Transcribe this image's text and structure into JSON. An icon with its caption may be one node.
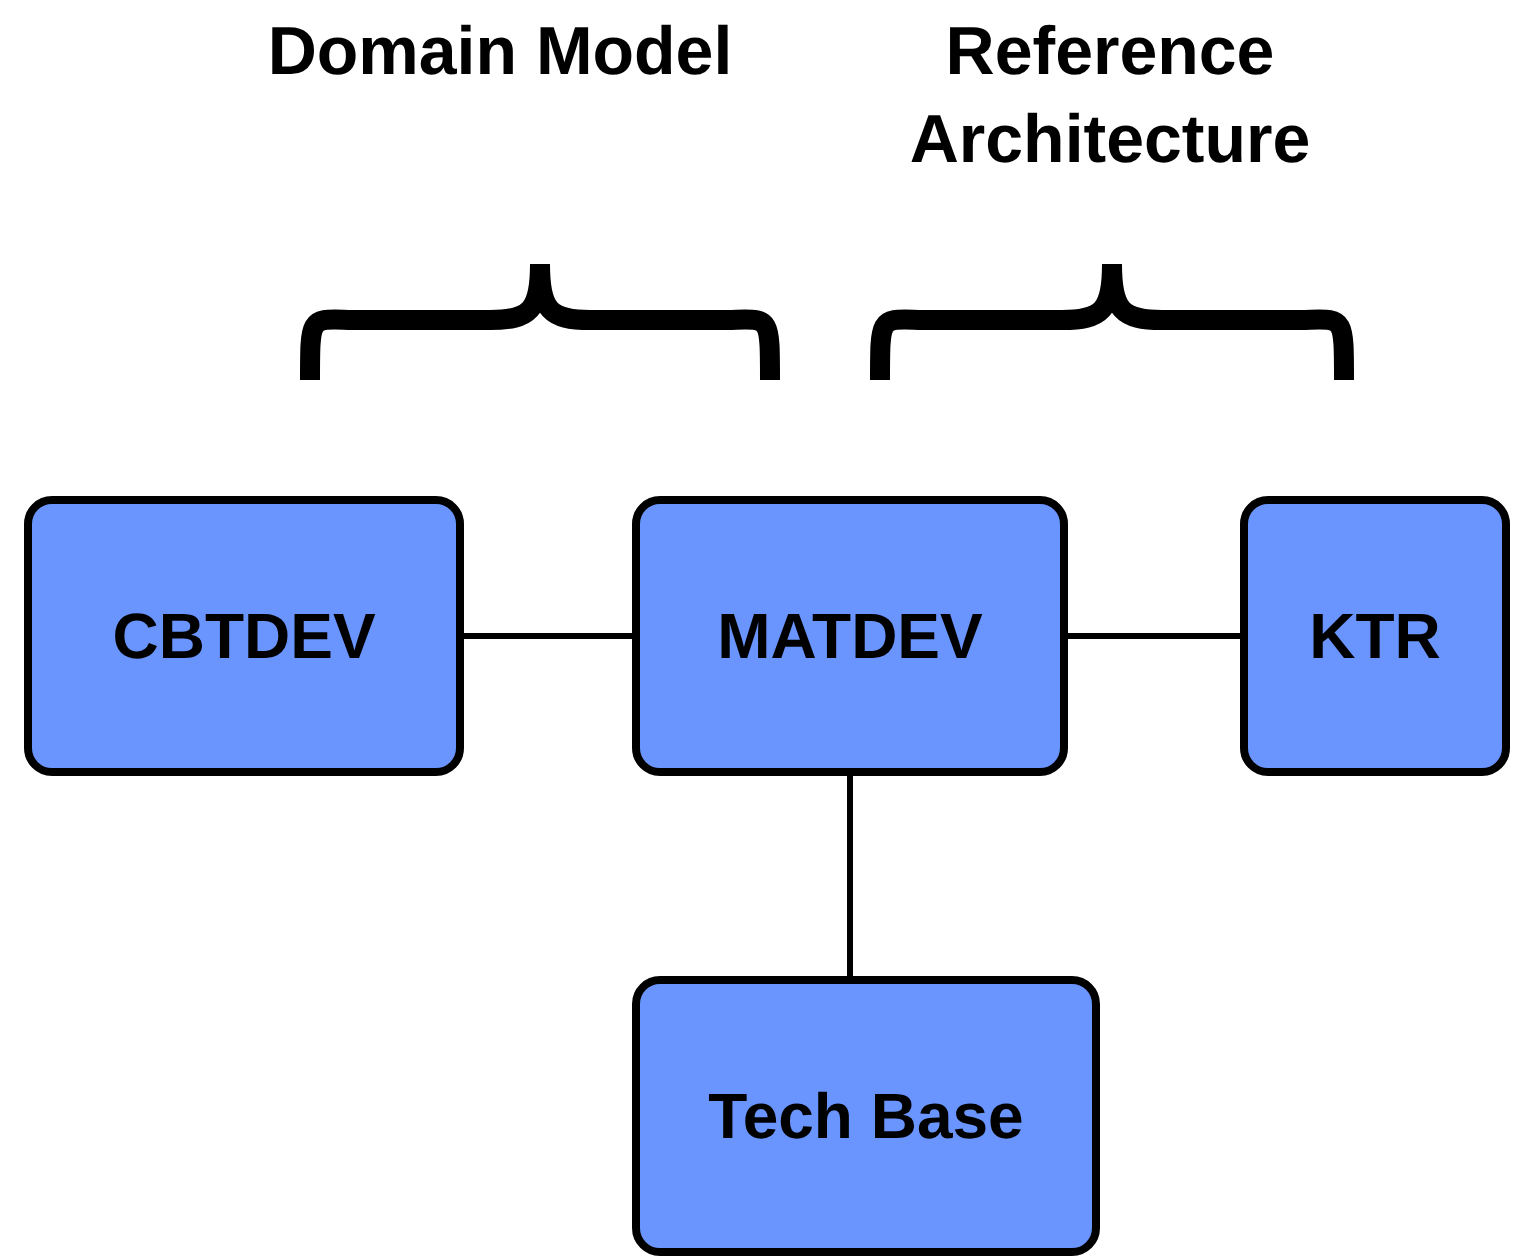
{
  "diagram": {
    "nodes": [
      {
        "text": [
          "CBTDEV"
        ]
      },
      {
        "text": [
          "MATDEV"
        ]
      },
      {
        "text": [
          "KTR"
        ]
      },
      {
        "text": [
          "Tech Base"
        ]
      }
    ],
    "edges": [
      {
        "from": 0,
        "to": 1,
        "arrow": "none"
      },
      {
        "from": 1,
        "to": 2,
        "arrow": "none"
      },
      {
        "from": 1,
        "to": 3,
        "arrow": "none"
      }
    ],
    "labels": [
      "Domain Model",
      "Reference Architecture"
    ]
  }
}
